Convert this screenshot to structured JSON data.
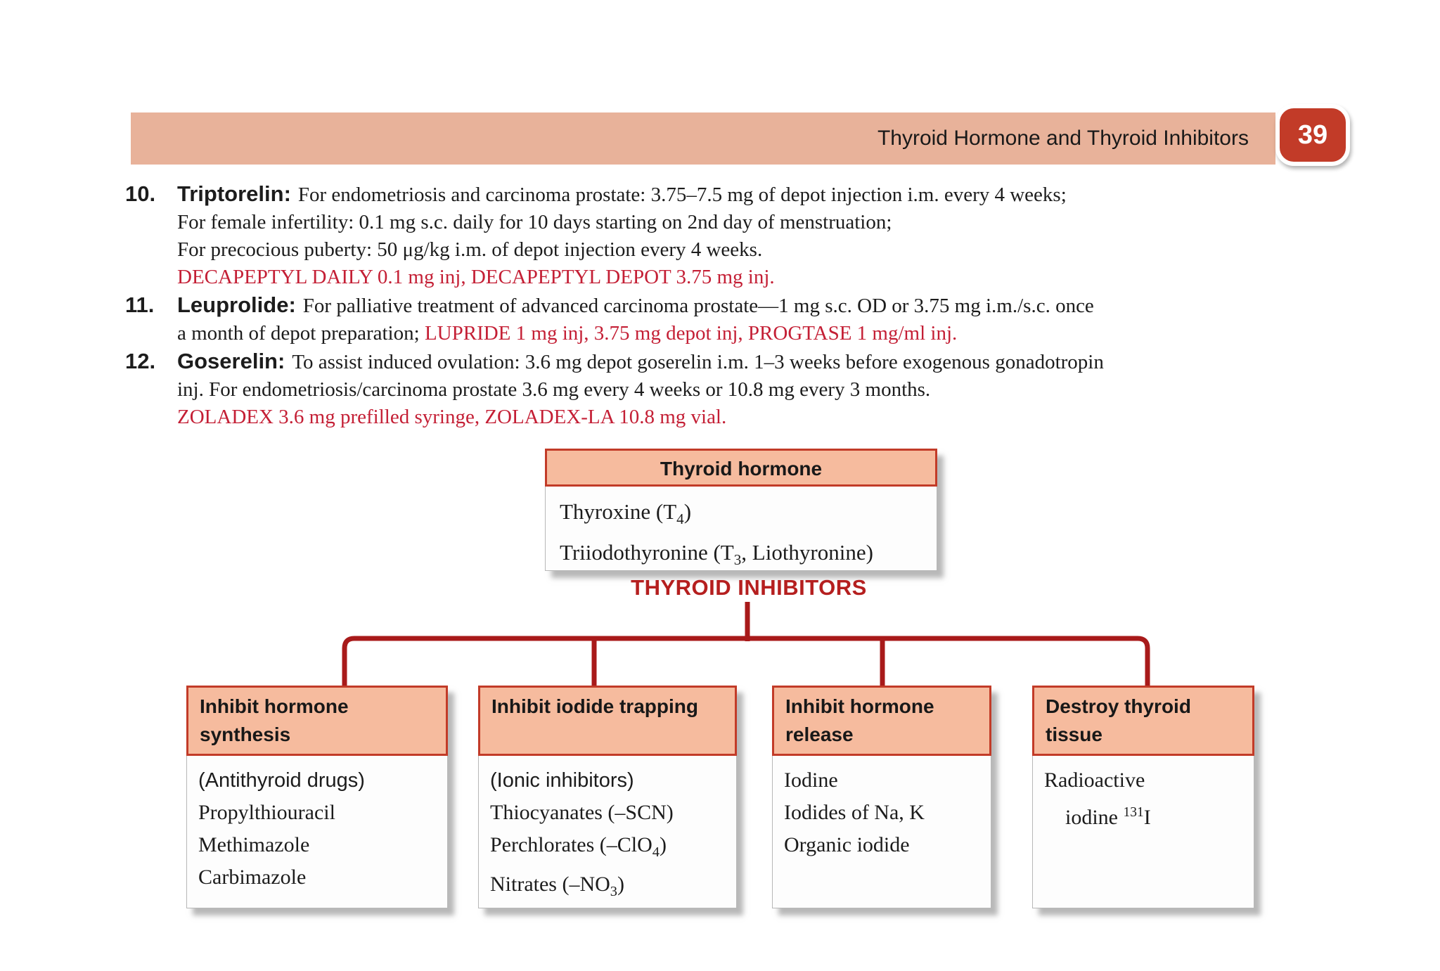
{
  "header": {
    "title": "Thyroid Hormone and Thyroid Inhibitors",
    "page_number": "39"
  },
  "items": [
    {
      "number": "10.",
      "name": "Triptorelin:",
      "line1": "For endometriosis and carcinoma prostate: 3.75–7.5 mg of depot injection i.m. every 4 weeks;",
      "line2": "For female infertility: 0.1 mg s.c. daily for 10 days starting on 2nd day of menstruation;",
      "line3": "For precocious puberty: 50 μg/kg i.m. of depot injection every 4 weeks.",
      "line4_red": "DECAPEPTYL DAILY 0.1 mg inj, DECAPEPTYL DEPOT 3.75 mg inj."
    },
    {
      "number": "11.",
      "name": "Leuprolide:",
      "line1": "For palliative treatment of advanced carcinoma prostate—1 mg s.c. OD or 3.75 mg i.m./s.c. once",
      "line2": "a month of depot preparation; ",
      "line2_red": "LUPRIDE 1 mg inj, 3.75 mg depot inj, PROGTASE 1 mg/ml inj."
    },
    {
      "number": "12.",
      "name": "Goserelin:",
      "line1": "To assist induced ovulation: 3.6 mg depot goserelin i.m. 1–3 weeks before exogenous gonadotropin",
      "line2": "inj. For endometriosis/carcinoma prostate 3.6 mg every 4 weeks or 10.8 mg every 3 months.",
      "line3_red": "ZOLADEX 3.6 mg prefilled syringe, ZOLADEX-LA 10.8 mg vial."
    }
  ],
  "diagram": {
    "root": {
      "title": "Thyroid hormone",
      "lines": [
        {
          "t": "Thyroxine (T_4_)"
        },
        {
          "t": "Triiodothyronine (T_3_, Liothyronine)"
        }
      ]
    },
    "label": "THYROID INHIBITORS",
    "boxes": [
      {
        "title": "Inhibit hormone synthesis",
        "lines": [
          {
            "t": "(Antithyroid drugs)",
            "sans": true
          },
          {
            "t": "Propylthiouracil"
          },
          {
            "t": "Methimazole"
          },
          {
            "t": "Carbimazole"
          }
        ]
      },
      {
        "title": "Inhibit iodide trapping",
        "lines": [
          {
            "t": "(Ionic inhibitors)",
            "sans": true
          },
          {
            "t": "Thiocyanates (–SCN)"
          },
          {
            "t": "Perchlorates (–ClO_4_)"
          },
          {
            "t": "Nitrates (–NO_3_)"
          }
        ]
      },
      {
        "title": "Inhibit hormone release",
        "lines": [
          {
            "t": "Iodine"
          },
          {
            "t": "Iodides of Na, K"
          },
          {
            "t": "Organic iodide"
          }
        ]
      },
      {
        "title": "Destroy thyroid tissue",
        "lines": [
          {
            "t": "Radioactive"
          },
          {
            "t": "iodine ^131^I",
            "indent": true
          }
        ]
      }
    ]
  },
  "colors": {
    "header_bar": "#e8b29a",
    "badge_red": "#c23b28",
    "box_header": "#f6bb9e",
    "box_border": "#c23b28",
    "connector_red": "#a81a1a",
    "label_red": "#b51f1f",
    "trade_name_red": "#c41f35"
  }
}
